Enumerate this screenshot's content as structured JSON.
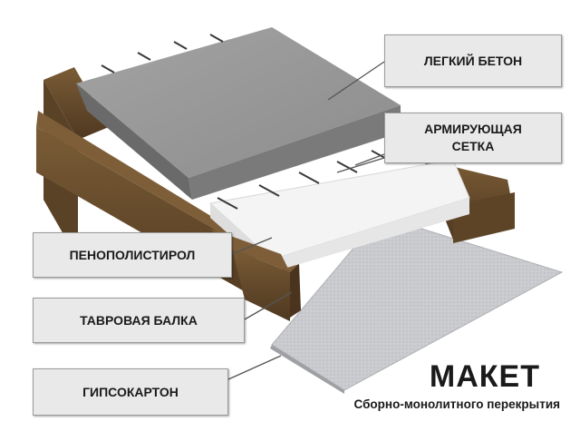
{
  "labels": {
    "light_concrete": "ЛЕГКИЙ БЕТОН",
    "reinforcing_mesh_line1": "АРМИРУЮЩАЯ",
    "reinforcing_mesh_line2": "СЕТКА",
    "polystyrene": "ПЕНОПОЛИСТИРОЛ",
    "t_beam": "ТАВРОВАЯ БАЛКА",
    "drywall": "ГИПСОКАРТОН"
  },
  "caption": {
    "title": "МАКЕТ",
    "subtitle": "Сборно-монолитного перекрытия"
  },
  "colors": {
    "concrete": "#9a9a9a",
    "wood": "#6b4f2e",
    "foam": "#f2f2f2",
    "drywall": "#c6c8cc",
    "callout_bg": "#e9e9e9"
  }
}
